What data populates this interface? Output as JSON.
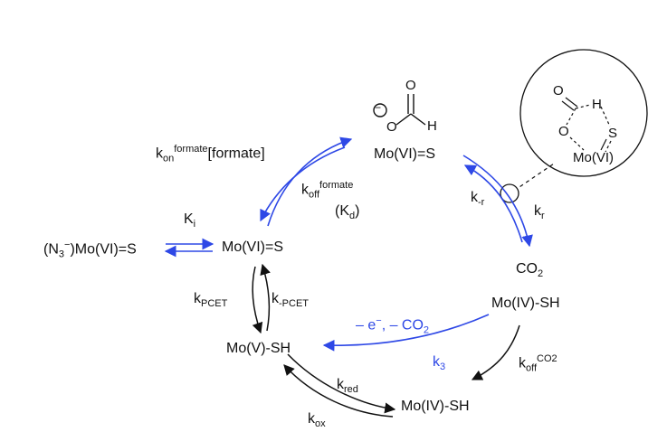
{
  "colors": {
    "black": "#111111",
    "blue": "#2e48e6"
  },
  "species": {
    "top_complex": "Mo(VI)=S",
    "left_complex": "Mo(VI)=S",
    "inhibited": {
      "pre": "(N",
      "sub": "3",
      "sup": "−",
      "post": ")Mo(VI)=S"
    },
    "co2_complex_line1": {
      "main": "CO",
      "sub": "2"
    },
    "co2_complex_line2": "Mo(IV)-SH",
    "mov": "Mo(V)-SH",
    "moiv_bottom": "Mo(IV)-SH"
  },
  "formate_atoms": {
    "charge": "−",
    "o_left": "O",
    "o_top": "O",
    "h": "H"
  },
  "inset_atoms": {
    "o_top": "O",
    "h": "H",
    "o_left": "O",
    "s": "S",
    "mo": "Mo(VI)"
  },
  "rates": {
    "kon": {
      "base": "k",
      "sub": "on",
      "sup": "formate",
      "tail": "[formate]"
    },
    "koff": {
      "base": "k",
      "sub": "off",
      "sup": "formate"
    },
    "kd": {
      "pre": "(K",
      "sub": "d",
      "post": ")"
    },
    "ki": {
      "base": "K",
      "sub": "i"
    },
    "kr_minus": {
      "base": "k",
      "sub": "-r"
    },
    "kr": {
      "base": "k",
      "sub": "r"
    },
    "kpcet": {
      "base": "k",
      "sub": "PCET"
    },
    "kpcet_minus": {
      "base": "k",
      "sub": "-PCET"
    },
    "e_co2": {
      "main": "– e",
      "sup": "−",
      "mid": ", – CO",
      "sub": "2"
    },
    "k3": {
      "base": "k",
      "sub": "3"
    },
    "koffco2": {
      "base": "k",
      "sub": "off",
      "sup": "CO2"
    },
    "kred": {
      "base": "k",
      "sub": "red"
    },
    "kox": {
      "base": "k",
      "sub": "ox"
    }
  }
}
